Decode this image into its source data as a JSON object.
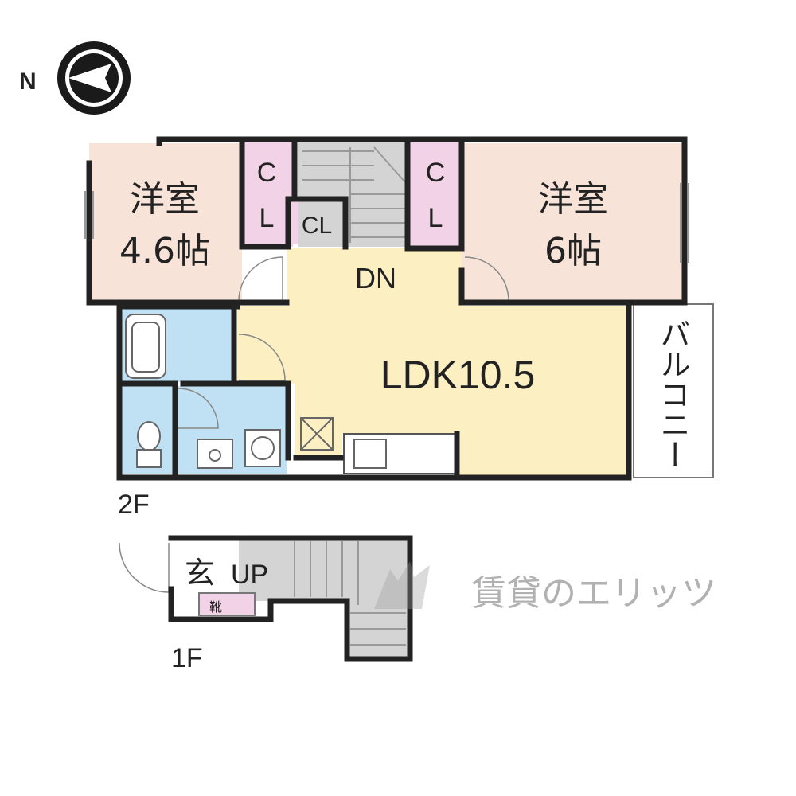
{
  "compass": {
    "label": "N"
  },
  "floor2": {
    "label": "2F",
    "rooms": {
      "western_left": {
        "name": "洋室",
        "size": "4.6帖"
      },
      "western_right": {
        "name": "洋室",
        "size": "6帖"
      },
      "ldk": {
        "label": "LDK10.5"
      },
      "balcony": {
        "label": "バルコニー"
      }
    },
    "closets": {
      "left_c": "C",
      "left_l": "L",
      "small": "CL",
      "right_c": "C",
      "right_l": "L"
    },
    "stairs_label": "DN"
  },
  "floor1": {
    "label": "1F",
    "entrance": "玄",
    "stairs_label": "UP",
    "shoe_box": "靴"
  },
  "watermark": {
    "text": "賃貸のエリッツ"
  },
  "colors": {
    "bedroom": "#f8e3d8",
    "ldk": "#fcefc2",
    "wet_area": "#bfe1f3",
    "closet": "#f1d2e6",
    "stairs": "#d4d4d4",
    "wall": "#222222"
  }
}
